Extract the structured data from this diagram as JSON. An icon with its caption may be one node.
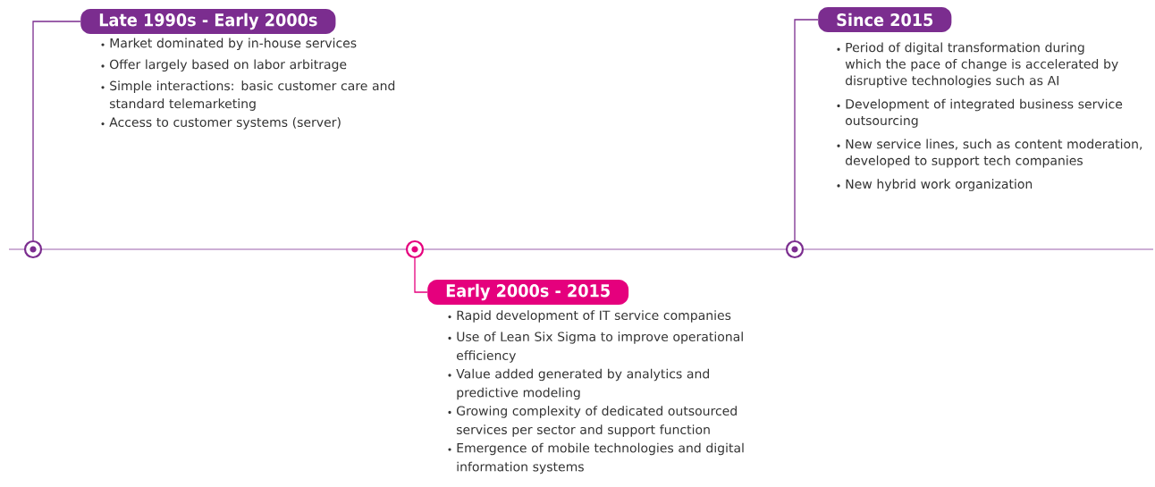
{
  "diagram": {
    "nodes": [
      {
        "text": [
          "Late 1990s - Early 2000s"
        ],
        "beside": [
          "Market dominated by in-house services",
          "Offer largely based on labor arbitrage",
          "Simple interactions: basic customer care and standard telemarketing",
          "Access to customer systems (server)"
        ]
      },
      {
        "text": [
          "Since 2015"
        ],
        "beside": [
          "Period of digital transformation during which the pace of change is accelerated by disruptive technologies such as AI",
          "Development of integrated business service outsourcing",
          "New service lines, such as content moderation, developed to support tech companies",
          "New hybrid work organization"
        ]
      },
      {
        "text": [],
        "shape": "circle"
      },
      {
        "text": [],
        "shape": "circle"
      },
      {
        "text": [],
        "shape": "circle"
      },
      {
        "text": [
          "Early 2000s - 2015"
        ],
        "beside": [
          "Rapid development of IT service companies",
          "Use of Lean Six Sigma to improve operational efficiency",
          "Value added generated by analytics and predictive modeling",
          "Growing complexity of dedicated outsourced services per sector and support function",
          "Emergence of mobile technologies and digital information systems"
        ]
      }
    ],
    "edges": [
      {
        "from": 2,
        "to": 0,
        "arrow": "none"
      },
      {
        "from": 3,
        "to": 5,
        "arrow": "none",
        "color": "#e5007d"
      },
      {
        "from": 4,
        "to": 1,
        "arrow": "none"
      }
    ]
  }
}
